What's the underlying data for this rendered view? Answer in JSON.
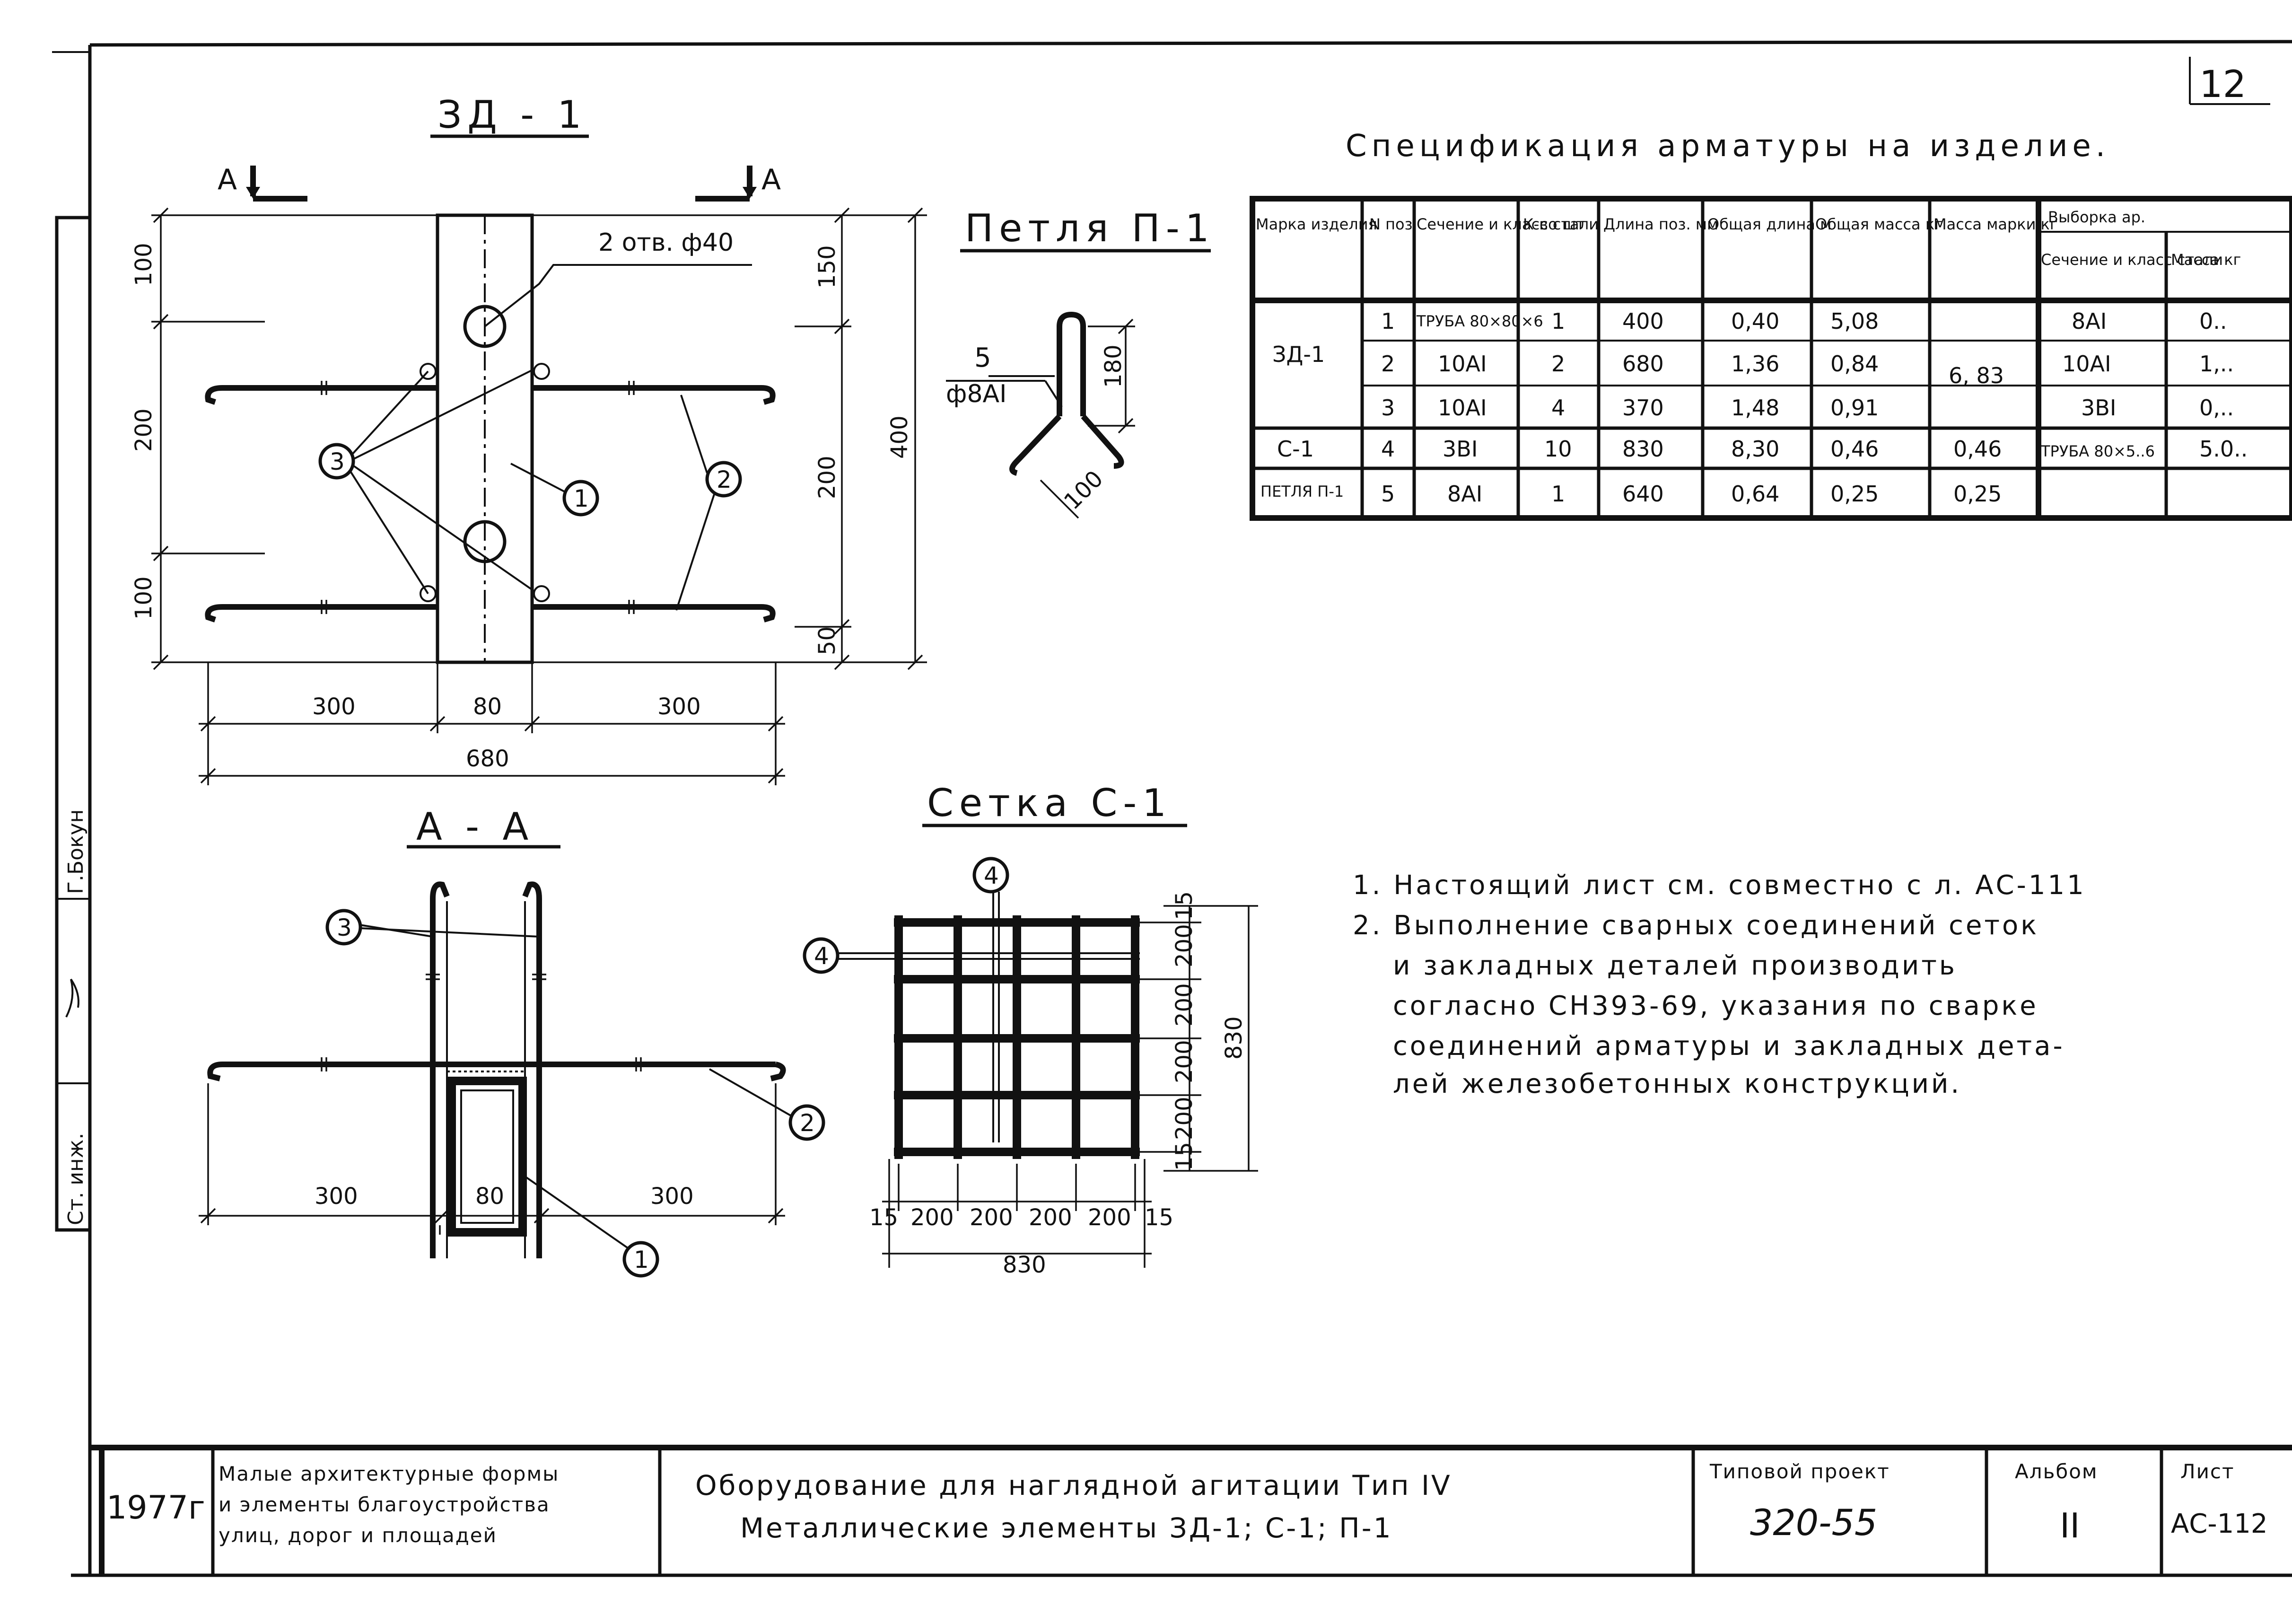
{
  "page_number": "12",
  "drawing_titles": {
    "zd1": "ЗД - 1",
    "section_aa": "А - А",
    "loop": "Петля П-1",
    "mesh": "Сетка С-1"
  },
  "section_marks": {
    "left": "А",
    "right": "А"
  },
  "callouts": {
    "holes": "2 отв. ф40",
    "loop_pos": "5",
    "loop_bar": "ф8АI",
    "pos1": "1",
    "pos2": "2",
    "pos3": "3",
    "pos4": "4"
  },
  "dims_zd1": {
    "h100a": "100",
    "h200": "200",
    "h100b": "100",
    "r150": "150",
    "r200": "200",
    "r50": "50",
    "r400": "400",
    "w300a": "300",
    "w80": "80",
    "w300b": "300",
    "w680": "680"
  },
  "dims_aa": {
    "w300a": "300",
    "w80": "80",
    "w300b": "300"
  },
  "dims_loop": {
    "h180": "180",
    "w100": "100"
  },
  "dims_mesh": {
    "bottom": [
      "15",
      "200",
      "200",
      "200",
      "200",
      "15"
    ],
    "total_w": "830",
    "right": [
      "15",
      "200",
      "200",
      "200",
      "200",
      "15"
    ],
    "total_h": "830"
  },
  "spec": {
    "title": "Спецификация арматуры на изделие.",
    "headers": {
      "mark": "Марка изделия",
      "pos": "N поз.",
      "section": "Сечение и класс стали",
      "qty": "К-во шт",
      "length": "Длина поз. мм",
      "total_length": "Общая длина м",
      "total_mass": "Общая масса кг",
      "mark_mass": "Масса марки кг",
      "selection": "Выборка ар.",
      "sel_section": "Сечение и класс стали",
      "sel_mass": "Масса кг"
    },
    "rows": [
      {
        "mark": "ЗД-1",
        "pos": "1",
        "section": "ТРУБА 80×80×6",
        "qty": "1",
        "length": "400",
        "total_length": "0,40",
        "total_mass": "5,08",
        "mark_mass": "6, 83",
        "sel_section": "8АI",
        "sel_mass": "0.."
      },
      {
        "mark": "",
        "pos": "2",
        "section": "10АI",
        "qty": "2",
        "length": "680",
        "total_length": "1,36",
        "total_mass": "0,84",
        "mark_mass": "",
        "sel_section": "10АI",
        "sel_mass": "1,.."
      },
      {
        "mark": "",
        "pos": "3",
        "section": "10АI",
        "qty": "4",
        "length": "370",
        "total_length": "1,48",
        "total_mass": "0,91",
        "mark_mass": "",
        "sel_section": "3ВI",
        "sel_mass": "0,.."
      },
      {
        "mark": "С-1",
        "pos": "4",
        "section": "3ВI",
        "qty": "10",
        "length": "830",
        "total_length": "8,30",
        "total_mass": "0,46",
        "mark_mass": "0,46",
        "sel_section": "ТРУБА 80×5..6",
        "sel_mass": "5.0.."
      },
      {
        "mark": "ПЕТЛЯ П-1",
        "pos": "5",
        "section": "8АI",
        "qty": "1",
        "length": "640",
        "total_length": "0,64",
        "total_mass": "0,25",
        "mark_mass": "0,25",
        "sel_section": "",
        "sel_mass": ""
      }
    ]
  },
  "notes": [
    "1. Настоящий лист см. совместно с л. АС-111",
    "2. Выполнение сварных соединений сеток",
    "и закладных деталей производить",
    "согласно СН393-69, указания по сварке",
    "соединений арматуры и закладных дета-",
    "лей железобетонных конструкций."
  ],
  "side_stamp": {
    "role": "Ст. инж.",
    "name": "Г.Бокун"
  },
  "title_block": {
    "year": "1977г",
    "series": [
      "Малые архитектурные формы",
      "и элементы благоустройства",
      "улиц, дорог и площадей"
    ],
    "title_line1": "Оборудование для наглядной агитации Тип IV",
    "title_line2": "Металлические элементы ЗД-1; С-1; П-1",
    "project_label": "Типовой проект",
    "project_value": "320-55",
    "album_label": "Альбом",
    "album_value": "II",
    "sheet_label": "Лист",
    "sheet_value": "АС-112"
  }
}
